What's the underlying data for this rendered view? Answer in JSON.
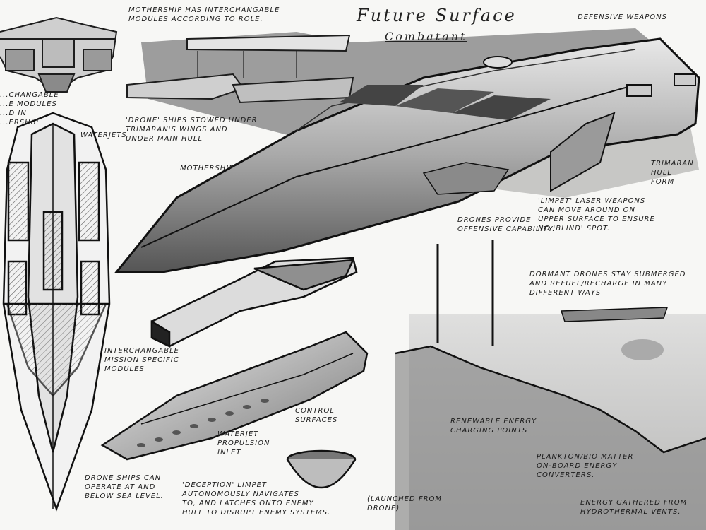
{
  "title": "Future Surface",
  "subtitle": "Combatant",
  "annotations": {
    "mothership_modules": "Mothership has interchangable\nmodules according to role.",
    "defensive_weapons": "Defensive weapons",
    "left_modules": "...changable\n...e modules\n...d in\n...ership",
    "drone_ships_stowed": "'Drone' ships stowed under\ntrimaran's wings and\nunder main hull",
    "waterjets": "Waterjets",
    "mothership": "Mothership",
    "trimaran_hull": "Trimaran hull\nform",
    "limpet_laser": "'Limpet' laser weapons\ncan move around on\nupper surface to ensure\nno 'blind' spot.",
    "drones_offensive": "Drones provide\noffensive capability.",
    "dormant_drones": "Dormant drones stay submerged\nand refuel/recharge in many\ndifferent ways",
    "interchangable_mission": "Interchangable\nmission specific\nmodules",
    "control_surfaces": "Control\nsurfaces",
    "renewable_energy": "Renewable energy\ncharging points",
    "waterjet_propulsion": "Waterjet\npropulsion\ninlet",
    "plankton": "Plankton/Bio matter\non-board energy\nconverters.",
    "drone_ships_operate": "Drone ships can\noperate at and\nbelow sea level.",
    "deception_limpet": "'Deception' limpet\nautonomously navigates\nto, and latches onto enemy\nhull to disrupt enemy systems.",
    "launched_from_drone": "(Launched from\ndrone)",
    "hydrothermal": "Energy gathered from\nhydrothermal vents."
  }
}
